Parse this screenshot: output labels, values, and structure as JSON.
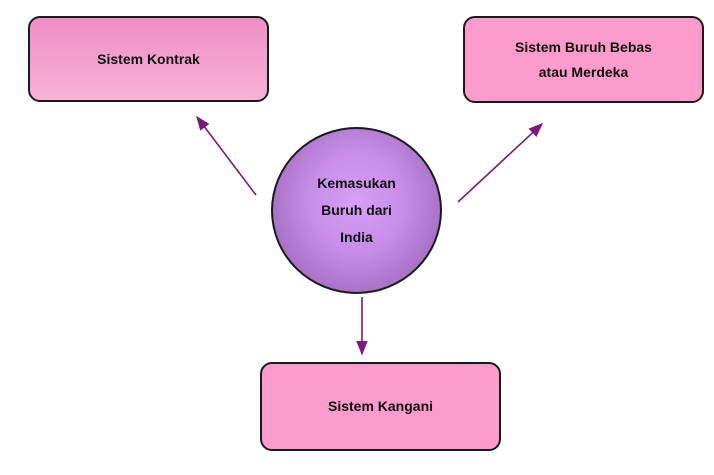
{
  "diagram": {
    "center": {
      "label": "Kemasukan\nBuruh dari\nIndia"
    },
    "boxes": [
      {
        "label": "Sistem Kontrak"
      },
      {
        "label": "Sistem Buruh Bebas\natau Merdeka"
      },
      {
        "label": "Sistem Kangani"
      }
    ]
  },
  "colors": {
    "arrow": "#7a1a7a",
    "box_pink": "#fb9ccc",
    "center_purple": "#c78de8",
    "border": "#1a1a1a"
  }
}
